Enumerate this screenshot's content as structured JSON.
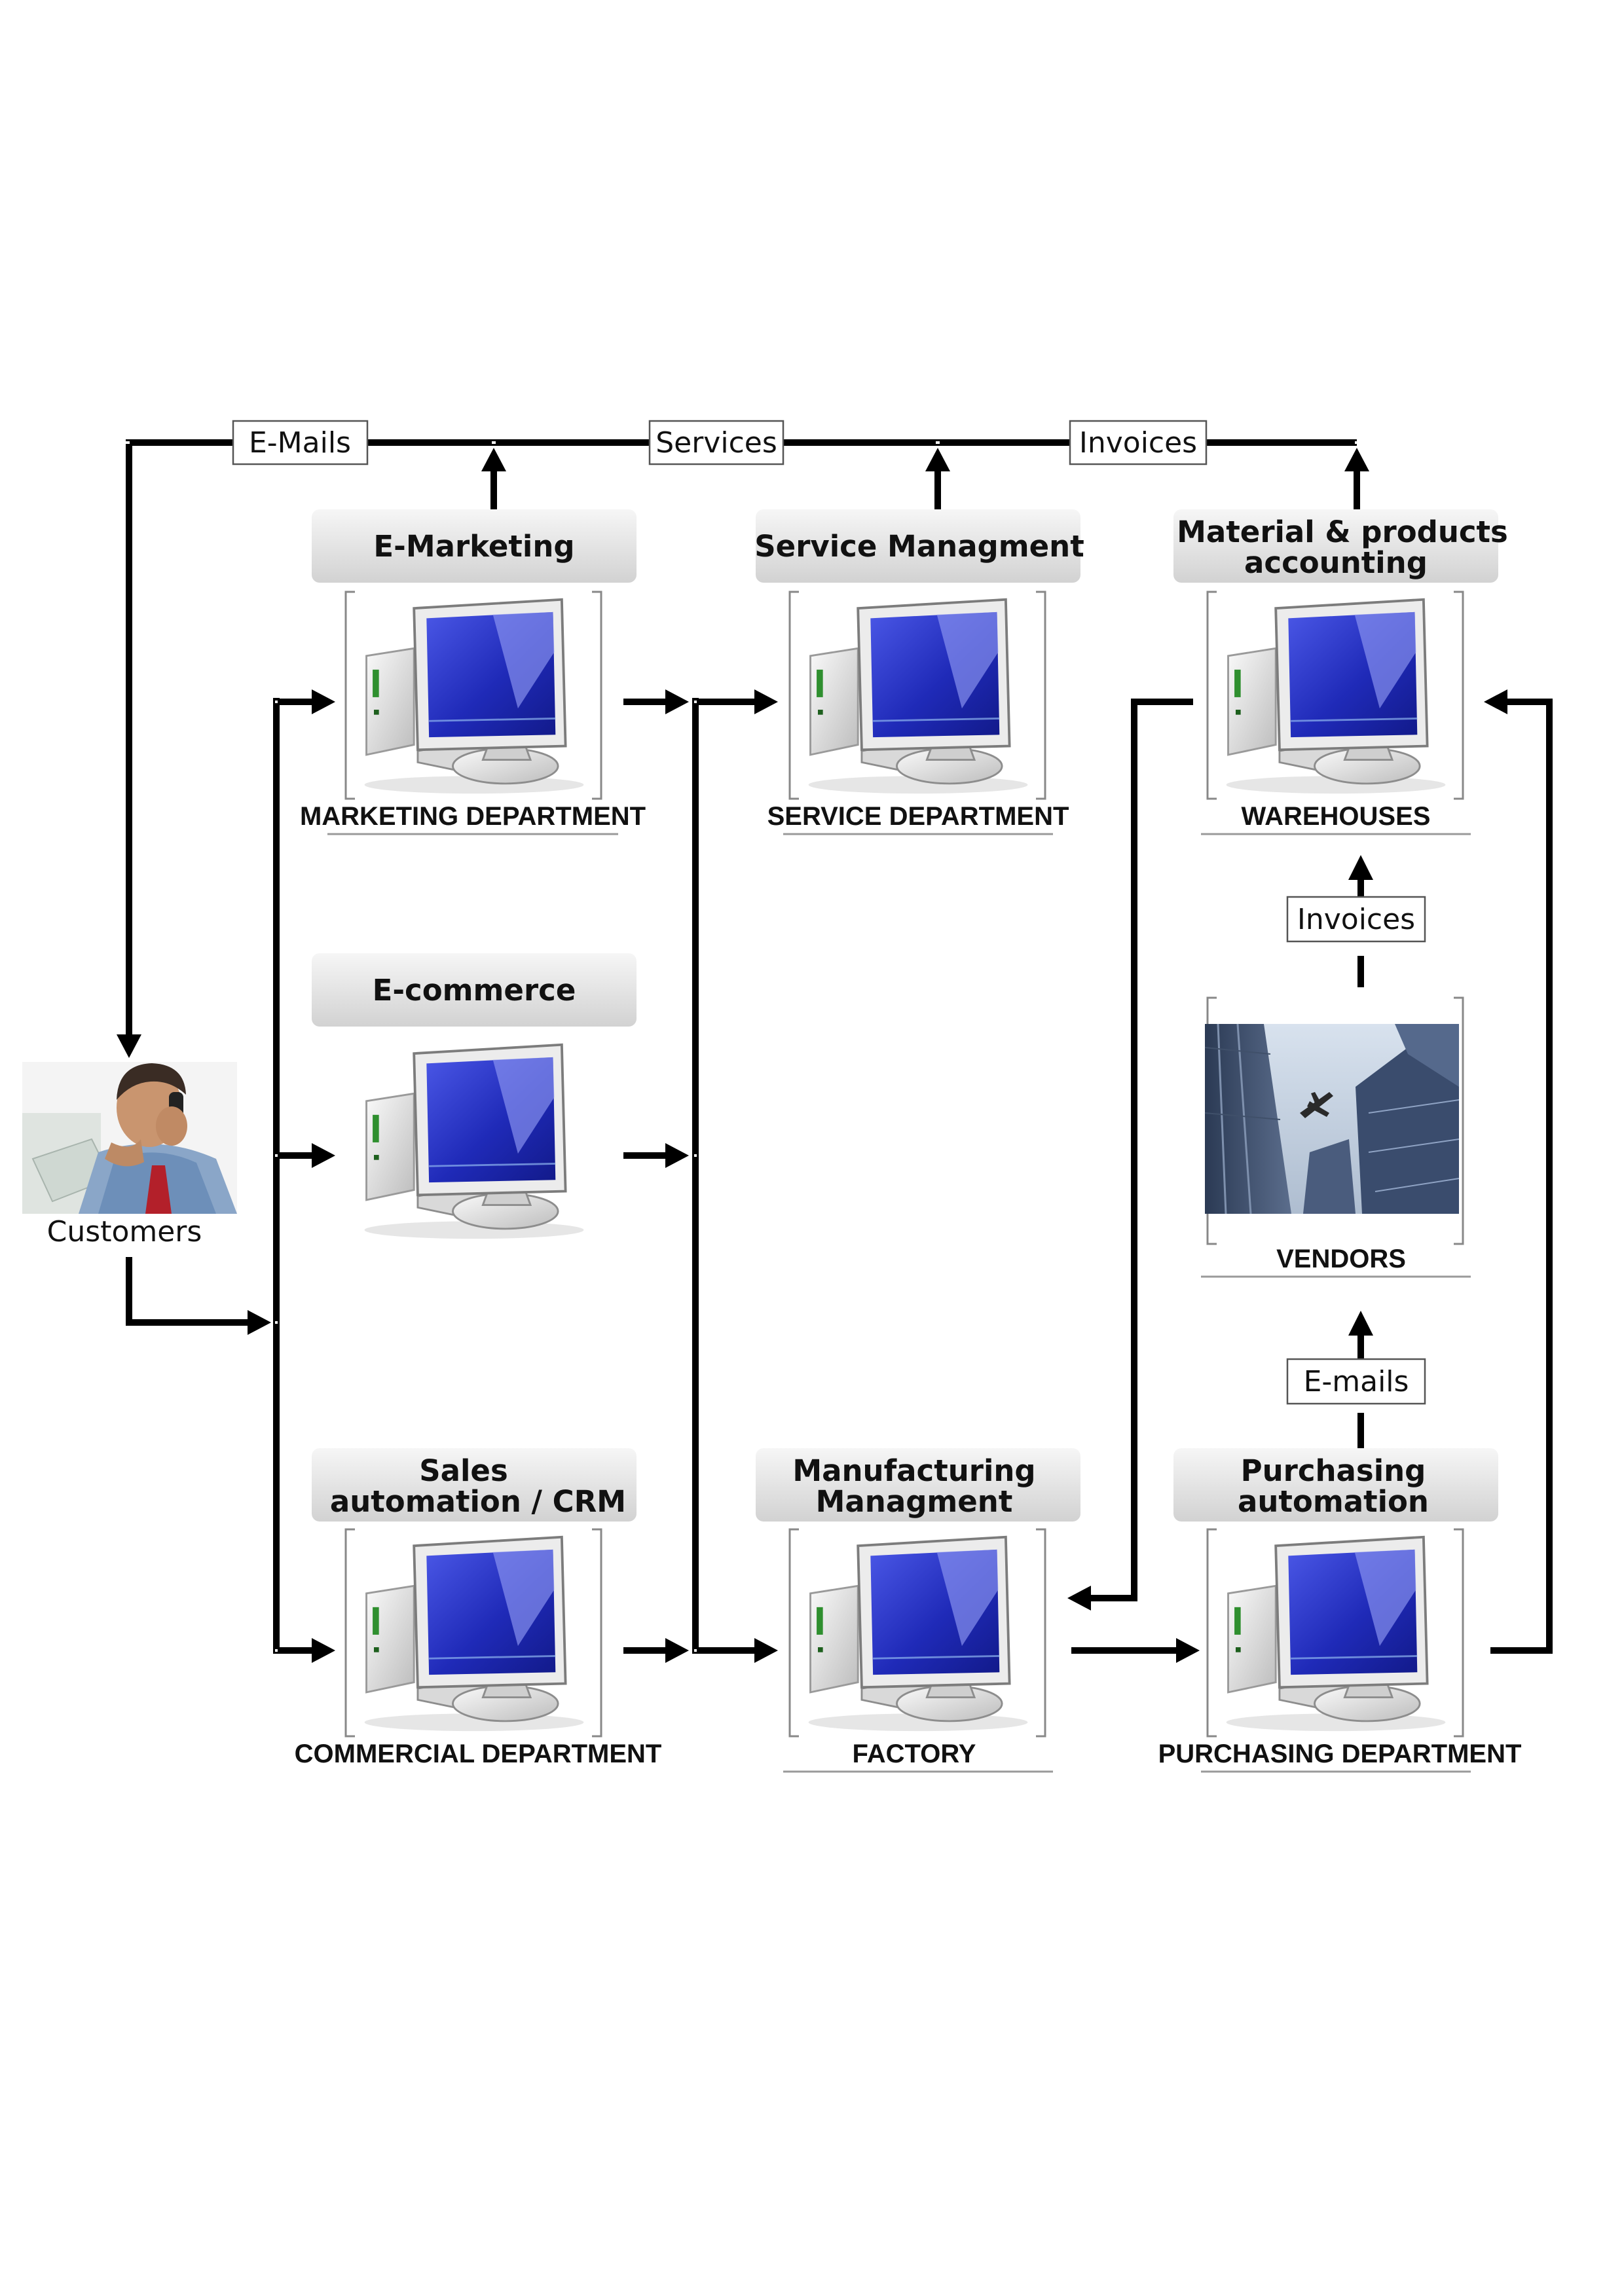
{
  "colors": {
    "monitor_screen": "#2530c9",
    "header_fill_top": "#f4f4f4",
    "header_fill_bottom": "#d4d4d4",
    "line": "#000000"
  },
  "top_labels": {
    "emails": "E-Mails",
    "services": "Services",
    "invoices": "Invoices"
  },
  "customers": {
    "label": "Customers",
    "icon": "businessman-on-phone-photo"
  },
  "nodes": {
    "marketing": {
      "header_line1": "E-Marketing",
      "header_line2": "",
      "caption": "MARKETING DEPARTMENT",
      "icon": "computer-icon"
    },
    "ecommerce": {
      "header_line1": "E-commerce",
      "header_line2": "",
      "caption": "",
      "icon": "computer-icon"
    },
    "sales": {
      "header_line1": "Sales",
      "header_line2": "automation / CRM",
      "caption": "COMMERCIAL DEPARTMENT",
      "icon": "computer-icon"
    },
    "service": {
      "header_line1": "Service Managment",
      "header_line2": "",
      "caption": "SERVICE DEPARTMENT",
      "icon": "computer-icon"
    },
    "manufacturing": {
      "header_line1": "Manufacturing",
      "header_line2": "Managment",
      "caption": "FACTORY",
      "icon": "computer-icon"
    },
    "material": {
      "header_line1": "Material & products",
      "header_line2": "accounting",
      "caption": "WAREHOUSES",
      "icon": "computer-icon"
    },
    "purchasing": {
      "header_line1": "Purchasing",
      "header_line2": "automation",
      "caption": "PURCHASING DEPARTMENT",
      "icon": "computer-icon"
    }
  },
  "vendors": {
    "caption": "VENDORS",
    "icon": "skyscrapers-airplane-photo"
  },
  "vertical_labels": {
    "invoices": "Invoices",
    "emails": "E-mails"
  }
}
